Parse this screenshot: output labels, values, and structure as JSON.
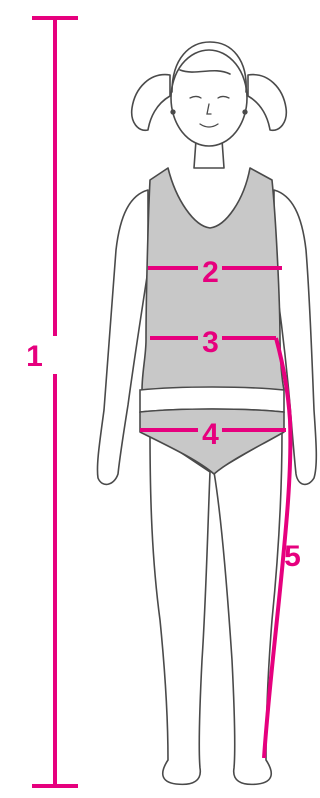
{
  "colors": {
    "accent": "#e6007e",
    "outline": "#4a4a4a",
    "fill_gray": "#c8c8c8",
    "skin": "#ffffff",
    "background": "#ffffff"
  },
  "measurements": {
    "height": {
      "label": "1"
    },
    "chest": {
      "label": "2"
    },
    "waist": {
      "label": "3"
    },
    "hips": {
      "label": "4"
    },
    "inseam": {
      "label": "5"
    }
  }
}
